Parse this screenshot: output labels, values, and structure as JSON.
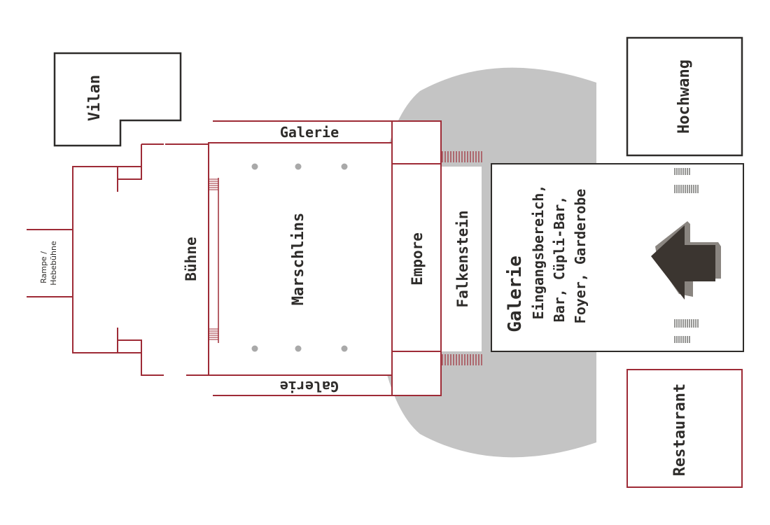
{
  "colors": {
    "wall_red": "#9e2b36",
    "wall_dark": "#2e2c2a",
    "courtyard_gray": "#c4c4c4",
    "column_gray": "#a9a9a9",
    "arrow_dark": "#3b3530"
  },
  "rooms": {
    "vilan": "Vilan",
    "hochwang": "Hochwang",
    "restaurant": "Restaurant",
    "galerie_top": "Galerie",
    "galerie_bottom": "Galerie",
    "marschlins": "Marschlins",
    "buehne": "Bühne",
    "rampe_line1": "Rampe /",
    "rampe_line2": "Hebebühne",
    "empore": "Empore",
    "falkenstein": "Falkenstein",
    "entrance_title": "Galerie",
    "entrance_line1": "Eingangsbereich,",
    "entrance_line2": "Bar, Cüpli-Bar,",
    "entrance_line3": "Foyer, Garderobe"
  },
  "icons": {
    "entrance_arrow": "arrow-left-icon"
  }
}
